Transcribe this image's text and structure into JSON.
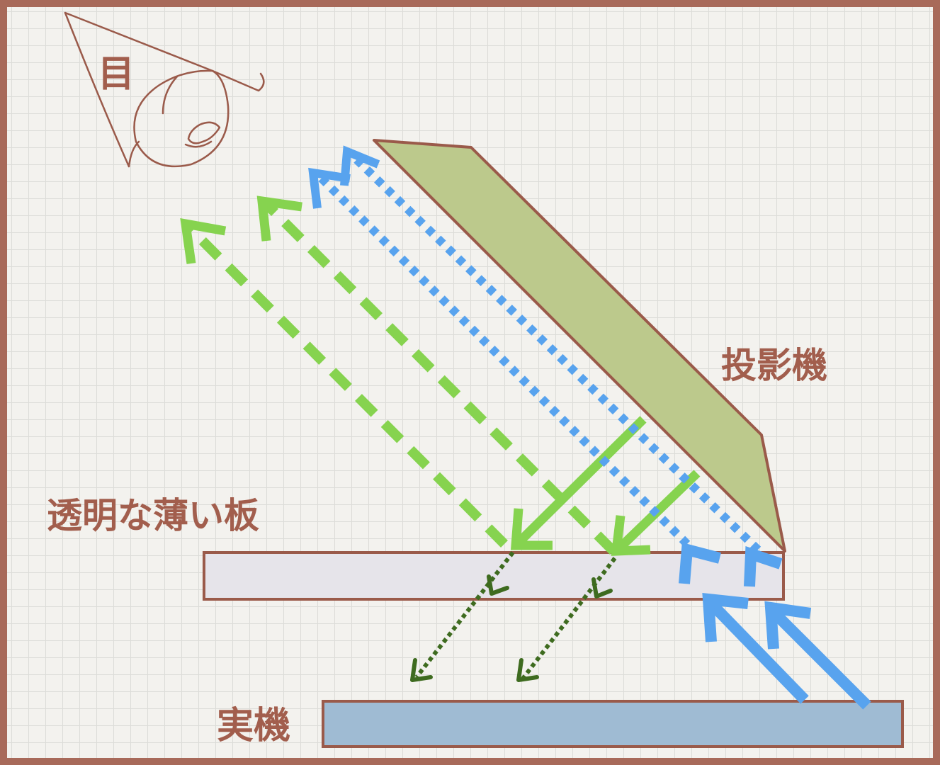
{
  "labels": {
    "eye": "目",
    "projector": "投影機",
    "plate": "透明な薄い板",
    "device": "実機"
  },
  "colors": {
    "frame": "#a86a5a",
    "label": "#a25e4d",
    "projector_fill": "#bcc98c",
    "plate_fill": "#e6e4ea",
    "device_fill": "#9fbbd3",
    "green_ray": "#86d34f",
    "blue_ray": "#58a3ee",
    "dark_green_ray": "#3e6b1f"
  },
  "icons": {
    "eye": "eye-icon"
  }
}
